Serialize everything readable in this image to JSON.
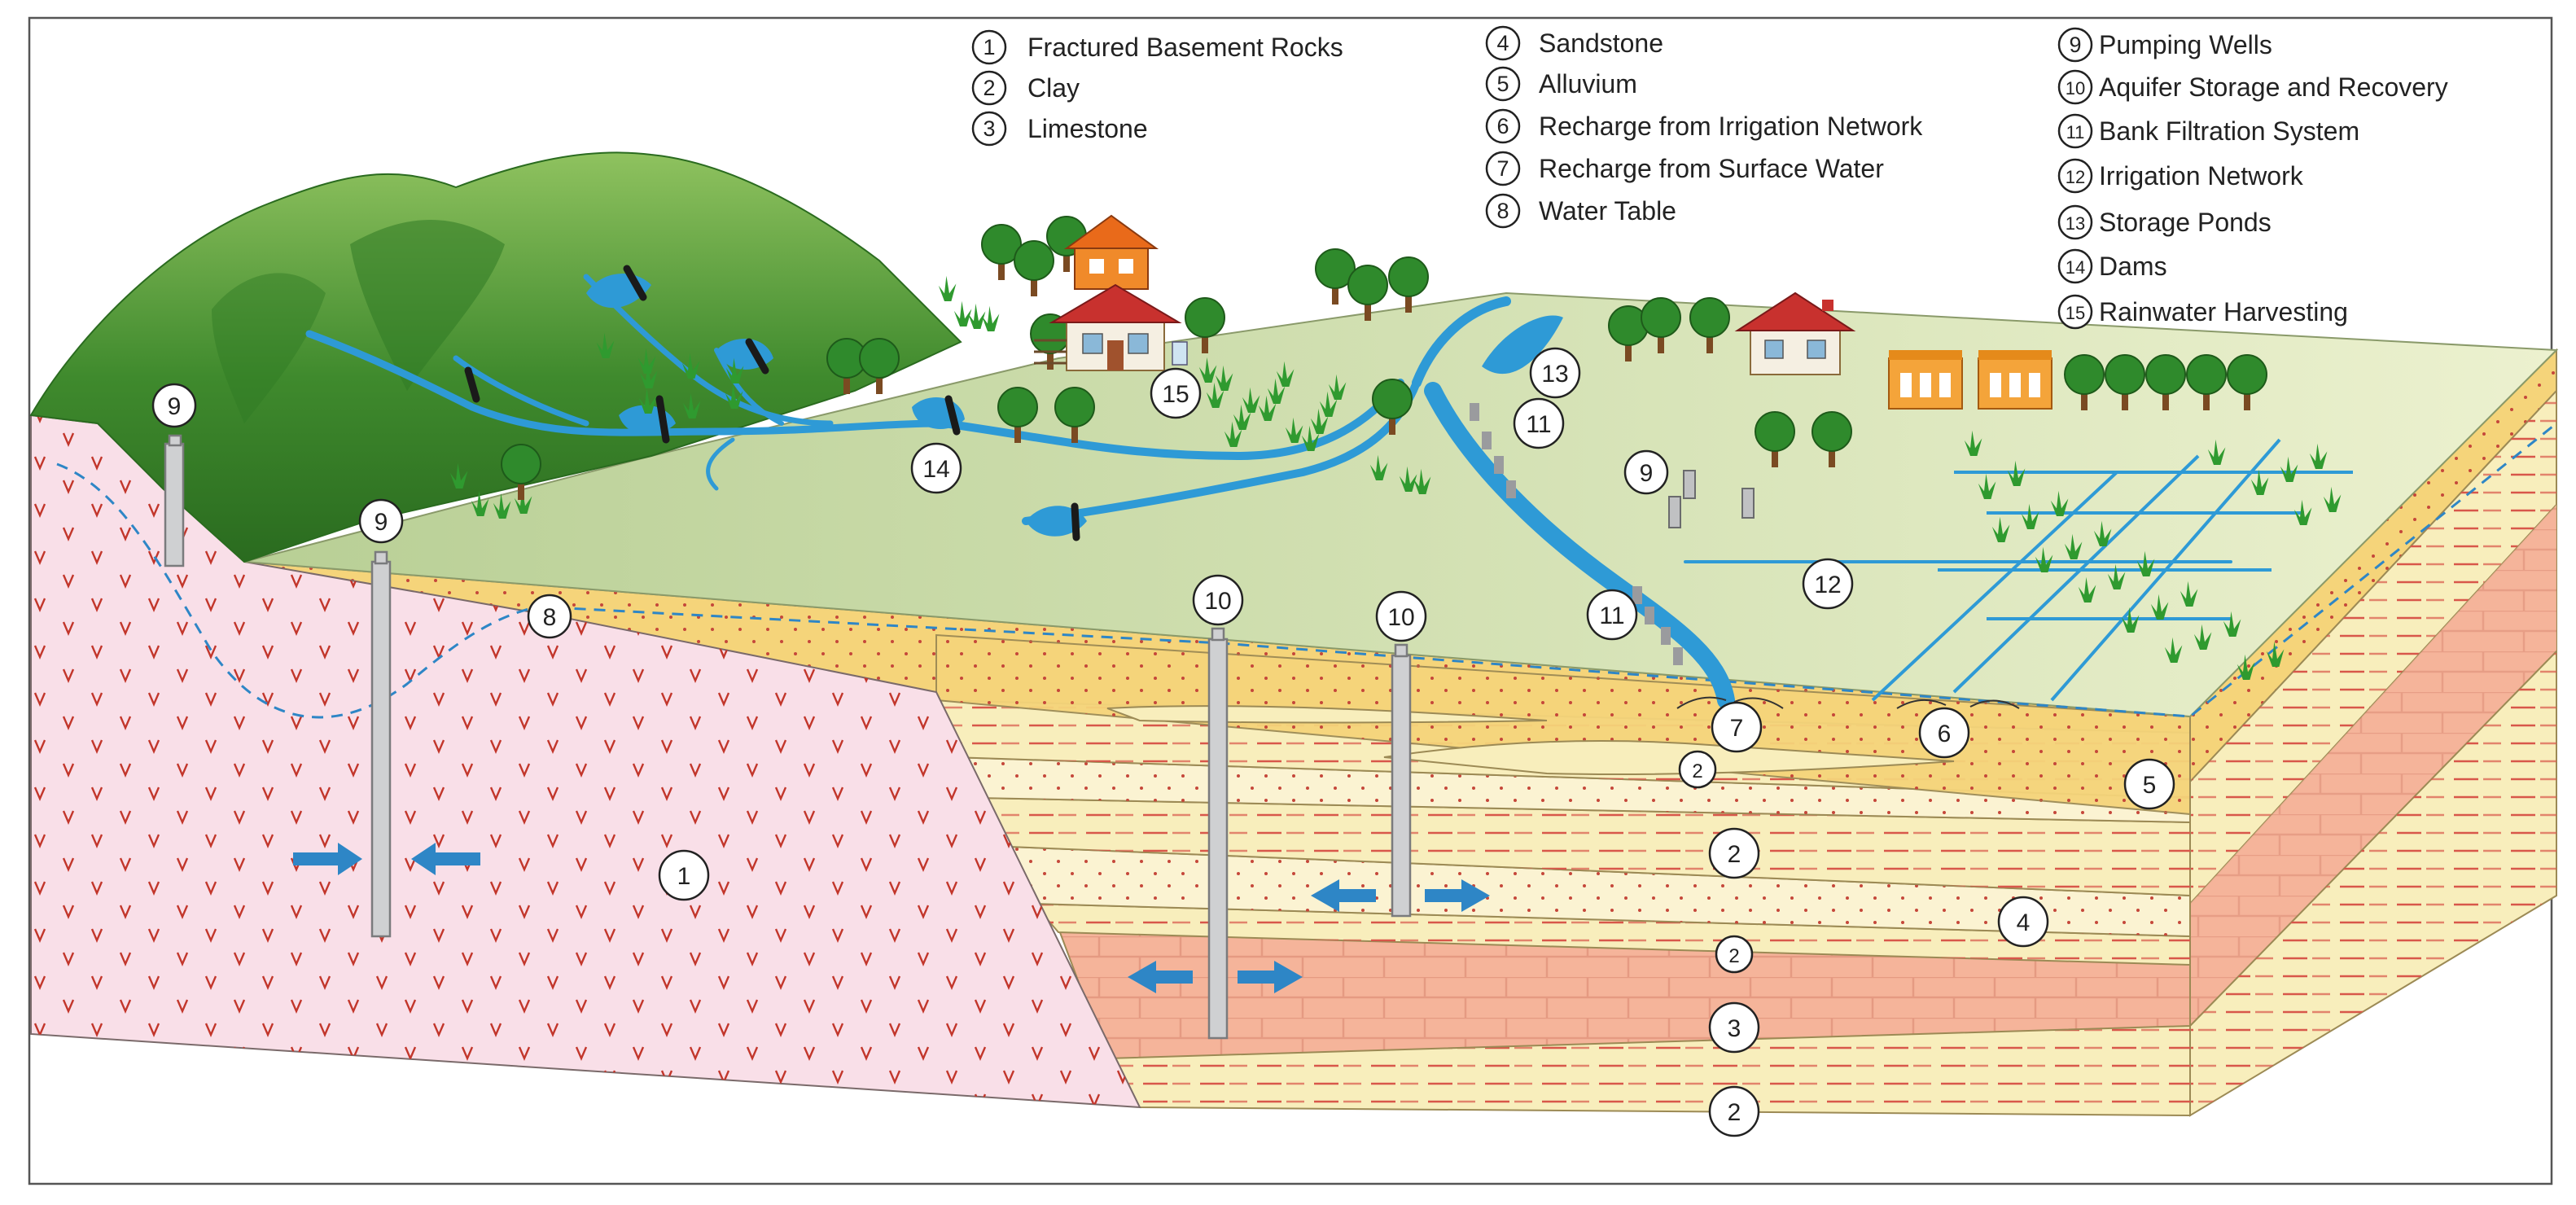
{
  "legend": {
    "col1": [
      {
        "num": "1",
        "label": "Fractured Basement Rocks"
      },
      {
        "num": "2",
        "label": "Clay"
      },
      {
        "num": "3",
        "label": "Limestone"
      }
    ],
    "col2": [
      {
        "num": "4",
        "label": "Sandstone"
      },
      {
        "num": "5",
        "label": "Alluvium"
      },
      {
        "num": "6",
        "label": "Recharge from Irrigation Network"
      },
      {
        "num": "7",
        "label": "Recharge from Surface Water"
      },
      {
        "num": "8",
        "label": "Water Table"
      }
    ],
    "col3": [
      {
        "num": "9",
        "label": "Pumping Wells"
      },
      {
        "num": "10",
        "label": "Aquifer Storage and Recovery"
      },
      {
        "num": "11",
        "label": "Bank Filtration System"
      },
      {
        "num": "12",
        "label": "Irrigation Network"
      },
      {
        "num": "13",
        "label": "Storage Ponds"
      },
      {
        "num": "14",
        "label": "Dams"
      },
      {
        "num": "15",
        "label": "Rainwater Harvesting"
      }
    ]
  },
  "badges": {
    "well_left": "9",
    "well_mid": "9",
    "well_right": "9",
    "asr_left": "10",
    "asr_right": "10",
    "water_table": "8",
    "basement": "1",
    "clay_thin_upper": "2",
    "clay_mid": "2",
    "clay_thin_lower": "2",
    "clay_bottom": "2",
    "limestone": "3",
    "sandstone": "4",
    "alluvium": "5",
    "recharge_irrigation": "6",
    "recharge_surface": "7",
    "bank_filtration_top": "11",
    "bank_filtration_bottom": "11",
    "irrigation": "12",
    "ponds": "13",
    "dams": "14",
    "rainwater": "15"
  },
  "colors": {
    "basement": "#f9dfe8",
    "basement_mark": "#c2362b",
    "alluvium": "#f5d47a",
    "clay": "#f8eebc",
    "sandstone": "#fbf3d2",
    "limestone": "#f5b49a",
    "surface": "#bcd29a",
    "hill": "#3f8a2d",
    "water": "#2e9ad6",
    "tree": "#2f8a2c",
    "house_roof": "#c8312e"
  }
}
